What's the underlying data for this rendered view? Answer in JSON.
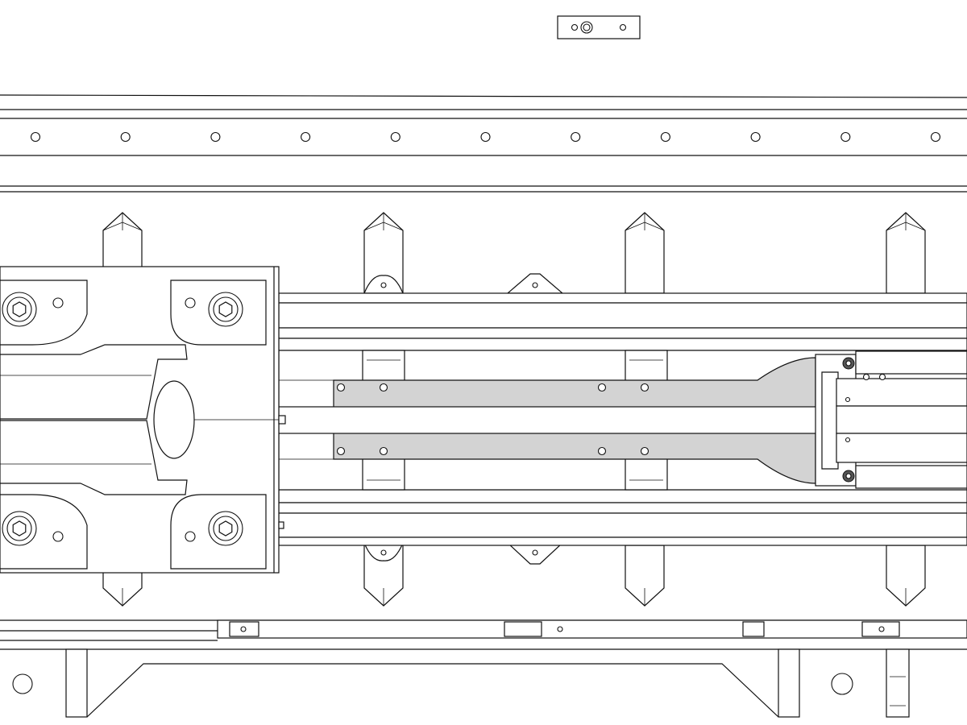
{
  "drawing": {
    "view": "top",
    "line_color": "#111111",
    "fill_colors": {
      "background": "#ffffff",
      "plate": "#d3d3d3",
      "bolt_dark": "#555555"
    },
    "rail_hole_count": 11,
    "standoff_count": 4,
    "carriage_bolt_count": 4
  }
}
